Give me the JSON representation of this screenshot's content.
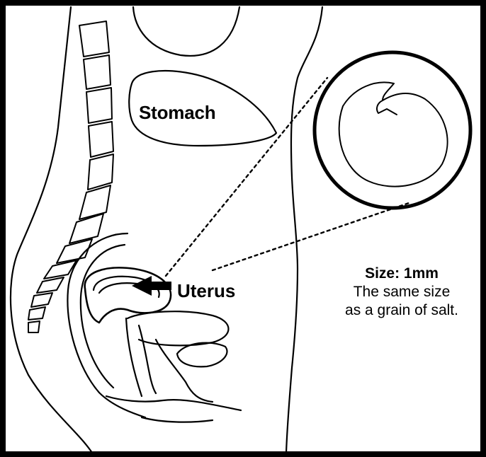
{
  "labels": {
    "stomach": "Stomach",
    "uterus": "Uterus"
  },
  "size_note": {
    "title": "Size: 1mm",
    "line1": "The same size",
    "line2": "as a grain of salt."
  },
  "colors": {
    "frame": "#000000",
    "line": "#000000",
    "background": "#ffffff"
  },
  "icons": {
    "pointer": "arrow-left-icon",
    "magnified_view": "embryo-circle-icon"
  }
}
